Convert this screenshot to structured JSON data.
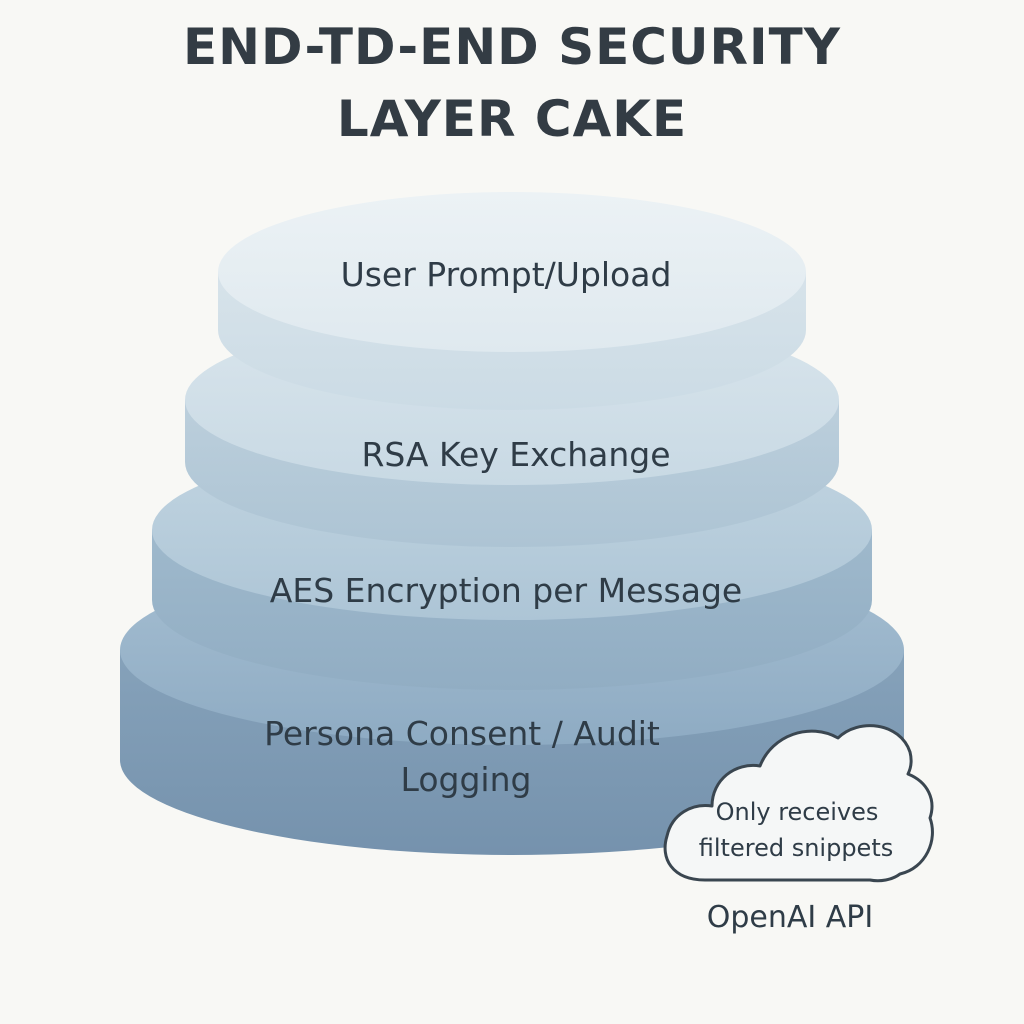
{
  "title": {
    "line1": "END-TD-END SECURITY",
    "line2": "LAYER CAKE"
  },
  "layers": [
    {
      "label": "User Prompt/Upload"
    },
    {
      "label": "RSA Key Exchange"
    },
    {
      "label": "AES Encryption per Message"
    },
    {
      "label_line1": "Persona Consent / Audit",
      "label_line2": "Logging"
    }
  ],
  "cloud": {
    "line1": "Only receives",
    "line2": "filtered snippets",
    "caption": "OpenAI API"
  },
  "colors": {
    "background": "#f8f8f5",
    "layer1_top": "#e4edf2",
    "layer2_top": "#cfdde6",
    "layer3_top": "#b3c9d8",
    "layer4_top": "#93afc6",
    "text": "#2f3c47"
  }
}
